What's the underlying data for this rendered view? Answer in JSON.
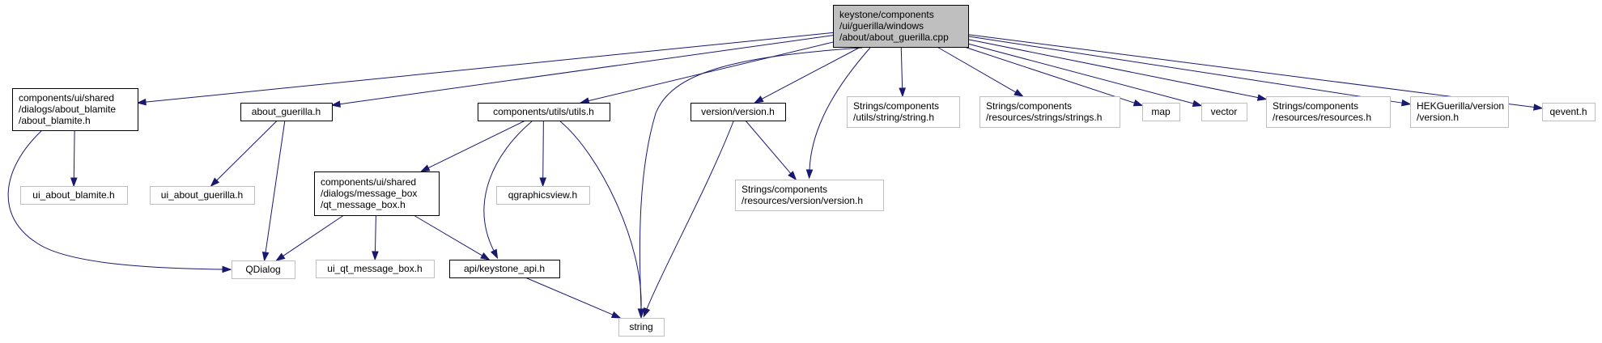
{
  "graph": {
    "root": "n_root",
    "colors": {
      "edge": "#191970",
      "root_fill": "#bfbfbf",
      "defined_border": "#000000",
      "undefined_border": "#bfbfbf"
    },
    "nodes": [
      {
        "id": "n_root",
        "kind": "root",
        "lines": [
          "keystone/components",
          "/ui/guerilla/windows",
          "/about/about_guerilla.cpp"
        ]
      },
      {
        "id": "n_about_blamite",
        "kind": "defined",
        "lines": [
          "components/ui/shared",
          "/dialogs/about_blamite",
          "/about_blamite.h"
        ]
      },
      {
        "id": "n_about_guerilla_h",
        "kind": "defined",
        "lines": [
          "about_guerilla.h"
        ]
      },
      {
        "id": "n_utils",
        "kind": "defined",
        "lines": [
          "components/utils/utils.h"
        ]
      },
      {
        "id": "n_version",
        "kind": "defined",
        "lines": [
          "version/version.h"
        ]
      },
      {
        "id": "n_str_string",
        "kind": "undefined",
        "lines": [
          "Strings/components",
          "/utils/string/string.h"
        ]
      },
      {
        "id": "n_str_strings",
        "kind": "undefined",
        "lines": [
          "Strings/components",
          "/resources/strings/strings.h"
        ]
      },
      {
        "id": "n_map",
        "kind": "undefined",
        "lines": [
          "map"
        ]
      },
      {
        "id": "n_vector",
        "kind": "undefined",
        "lines": [
          "vector"
        ]
      },
      {
        "id": "n_str_resources",
        "kind": "undefined",
        "lines": [
          "Strings/components",
          "/resources/resources.h"
        ]
      },
      {
        "id": "n_hek_version",
        "kind": "undefined",
        "lines": [
          "HEKGuerilla/version",
          "/version.h"
        ]
      },
      {
        "id": "n_qevent",
        "kind": "undefined",
        "lines": [
          "qevent.h"
        ]
      },
      {
        "id": "n_ui_about_blamite",
        "kind": "undefined",
        "lines": [
          "ui_about_blamite.h"
        ]
      },
      {
        "id": "n_qdialog",
        "kind": "undefined",
        "lines": [
          "QDialog"
        ]
      },
      {
        "id": "n_ui_about_guerilla",
        "kind": "undefined",
        "lines": [
          "ui_about_guerilla.h"
        ]
      },
      {
        "id": "n_qt_message_box",
        "kind": "defined",
        "lines": [
          "components/ui/shared",
          "/dialogs/message_box",
          "/qt_message_box.h"
        ]
      },
      {
        "id": "n_qgraphicsview",
        "kind": "undefined",
        "lines": [
          "qgraphicsview.h"
        ]
      },
      {
        "id": "n_keystone_api",
        "kind": "defined",
        "lines": [
          "api/keystone_api.h"
        ]
      },
      {
        "id": "n_string",
        "kind": "undefined",
        "lines": [
          "string"
        ]
      },
      {
        "id": "n_str_version",
        "kind": "undefined",
        "lines": [
          "Strings/components",
          "/resources/version/version.h"
        ]
      },
      {
        "id": "n_ui_qt_message_box",
        "kind": "undefined",
        "lines": [
          "ui_qt_message_box.h"
        ]
      }
    ],
    "edges": [
      {
        "from": "n_root",
        "to": "n_about_blamite"
      },
      {
        "from": "n_root",
        "to": "n_about_guerilla_h"
      },
      {
        "from": "n_root",
        "to": "n_utils"
      },
      {
        "from": "n_root",
        "to": "n_string"
      },
      {
        "from": "n_root",
        "to": "n_version"
      },
      {
        "from": "n_root",
        "to": "n_str_version"
      },
      {
        "from": "n_root",
        "to": "n_str_string"
      },
      {
        "from": "n_root",
        "to": "n_str_strings"
      },
      {
        "from": "n_root",
        "to": "n_map"
      },
      {
        "from": "n_root",
        "to": "n_vector"
      },
      {
        "from": "n_root",
        "to": "n_str_resources"
      },
      {
        "from": "n_root",
        "to": "n_hek_version"
      },
      {
        "from": "n_root",
        "to": "n_qevent"
      },
      {
        "from": "n_about_blamite",
        "to": "n_ui_about_blamite"
      },
      {
        "from": "n_about_blamite",
        "to": "n_qdialog"
      },
      {
        "from": "n_about_guerilla_h",
        "to": "n_ui_about_guerilla"
      },
      {
        "from": "n_about_guerilla_h",
        "to": "n_qdialog"
      },
      {
        "from": "n_utils",
        "to": "n_qt_message_box"
      },
      {
        "from": "n_utils",
        "to": "n_qgraphicsview"
      },
      {
        "from": "n_utils",
        "to": "n_keystone_api"
      },
      {
        "from": "n_utils",
        "to": "n_string"
      },
      {
        "from": "n_version",
        "to": "n_str_version"
      },
      {
        "from": "n_version",
        "to": "n_string"
      },
      {
        "from": "n_qt_message_box",
        "to": "n_qdialog"
      },
      {
        "from": "n_qt_message_box",
        "to": "n_ui_qt_message_box"
      },
      {
        "from": "n_qt_message_box",
        "to": "n_keystone_api"
      },
      {
        "from": "n_keystone_api",
        "to": "n_string"
      }
    ]
  }
}
